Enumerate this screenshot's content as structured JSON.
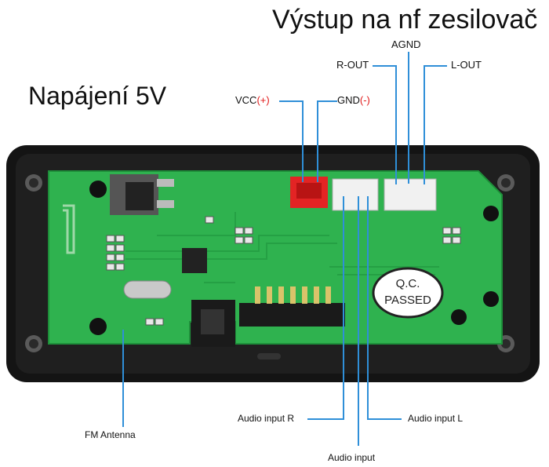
{
  "labels": {
    "title_output": "Výstup na nf zesilovač",
    "title_power": "Napájení 5V",
    "agnd": "AGND",
    "r_out": "R-OUT",
    "l_out": "L-OUT",
    "vcc": "VCC",
    "vcc_sign": "(+)",
    "gnd": "GND",
    "gnd_sign": "(-)",
    "fm_antenna": "FM Antenna",
    "audio_input_r": "Audio input R",
    "audio_input_l": "Audio input L",
    "audio_input": "Audio input",
    "qc_line1": "Q.C.",
    "qc_line2": "PASSED"
  },
  "colors": {
    "leader_line": "#2f8fd8",
    "pcb": "#2fb24f",
    "frame": "#141414",
    "accent_red": "#e11a1a"
  }
}
